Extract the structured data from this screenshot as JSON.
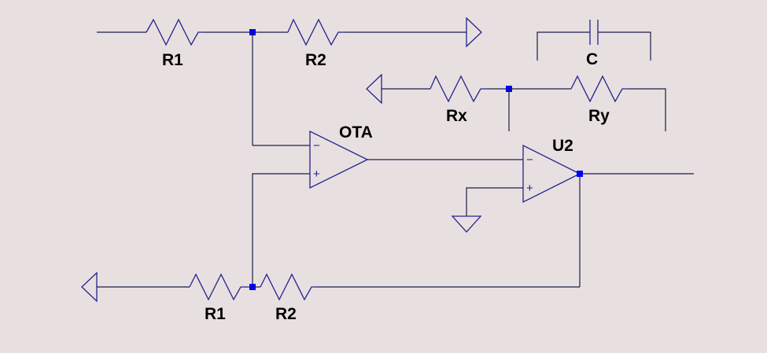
{
  "schematic": {
    "labels": {
      "r1_top": "R1",
      "r2_top": "R2",
      "c": "C",
      "rx": "Rx",
      "ry": "Ry",
      "ota": "OTA",
      "u2": "U2",
      "r1_bottom": "R1",
      "r2_bottom": "R2"
    },
    "pins": {
      "minus": "−",
      "plus": "+"
    },
    "colors": {
      "background": "#e8e0e0",
      "component": "#23238c",
      "wire": "#1c1c4a",
      "node": "#0000ff",
      "label": "#000000"
    }
  }
}
